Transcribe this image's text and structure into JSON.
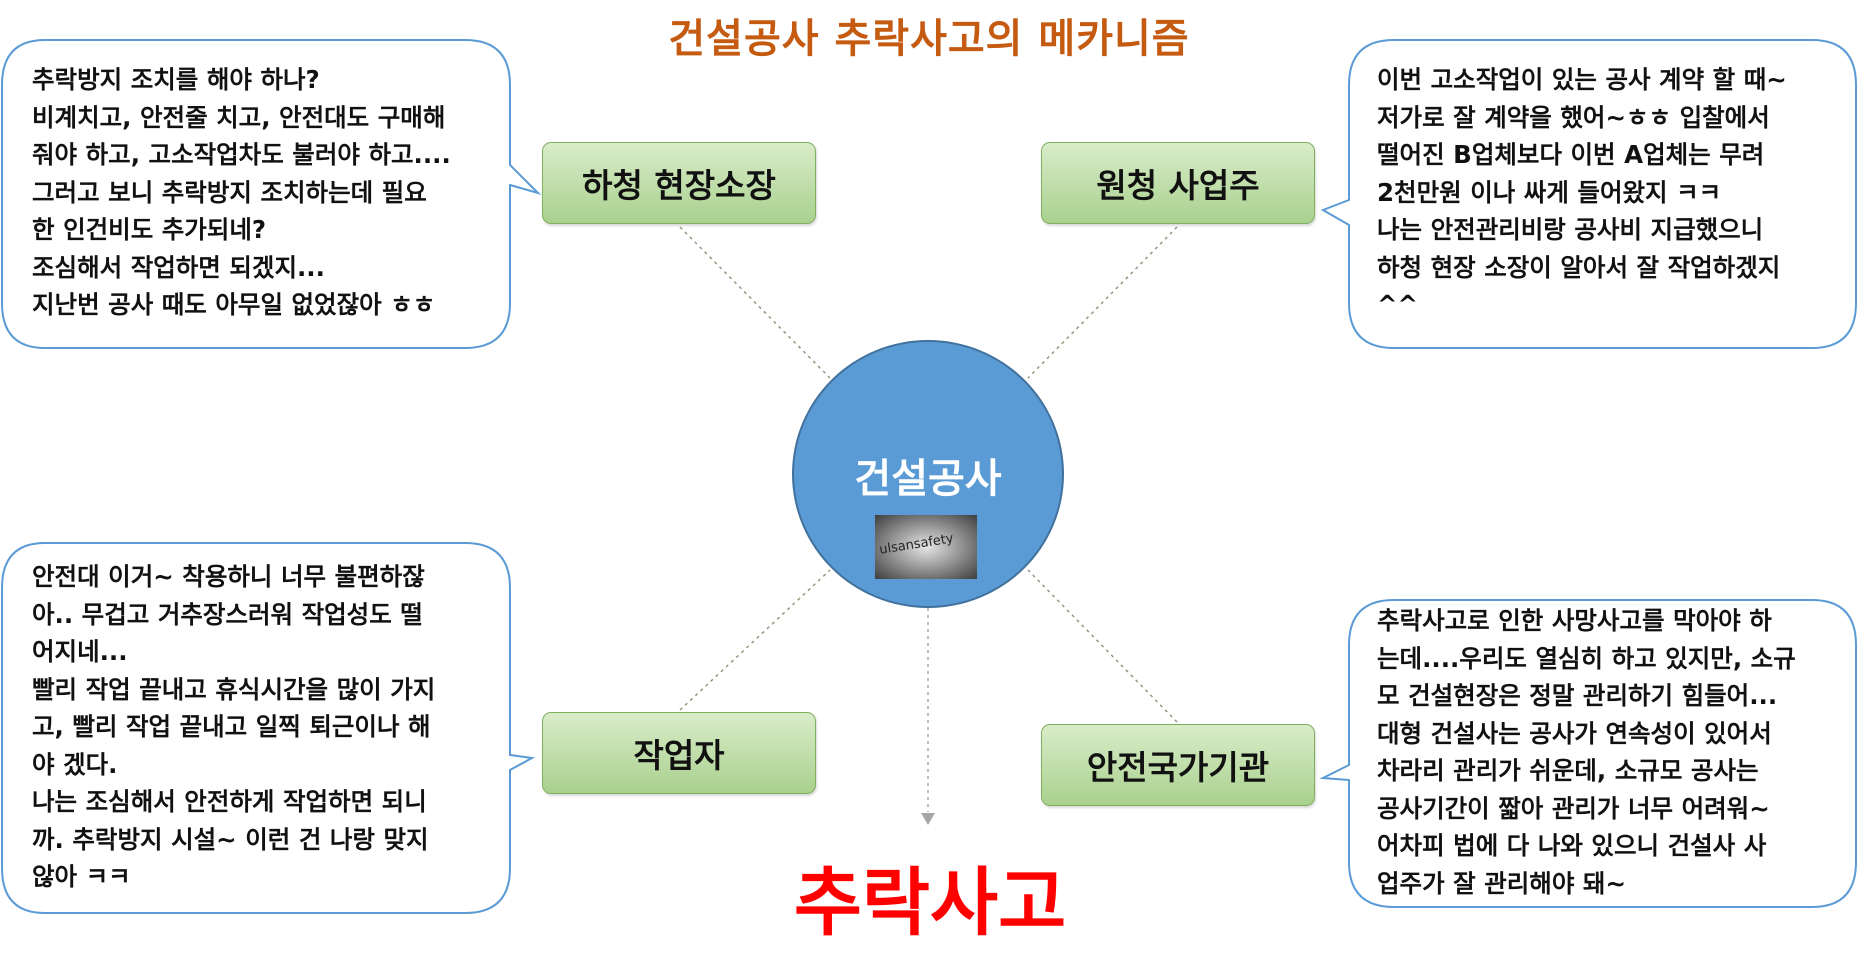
{
  "title": "건설공사 추락사고의 메카니즘",
  "center": {
    "label": "건설공사",
    "logo_text": "ulsansafety"
  },
  "roles": {
    "subcontractor_manager": "하청 현장소장",
    "prime_owner": "원청 사업주",
    "worker": "작업자",
    "national_agency": "안전국가기관"
  },
  "bubbles": {
    "top_left": [
      "추락방지 조치를 해야 하나?",
      "비계치고, 안전줄 치고, 안전대도 구매해",
      "줘야 하고, 고소작업차도 불러야 하고....",
      "그러고 보니 추락방지 조치하는데 필요",
      "한 인건비도 추가되네?",
      "조심해서 작업하면 되겠지...",
      "지난번 공사 때도 아무일 없었잖아 ㅎㅎ"
    ],
    "top_right": [
      "이번 고소작업이 있는 공사 계약 할 때~",
      "저가로 잘 계약을 했어~ㅎㅎ 입찰에서",
      "떨어진 B업체보다 이번 A업체는 무려",
      "2천만원 이나 싸게 들어왔지 ㅋㅋ",
      "나는 안전관리비랑 공사비 지급했으니",
      "하청 현장 소장이 알아서 잘 작업하겠지",
      "^^"
    ],
    "bottom_left": [
      "안전대 이거~ 착용하니 너무 불편하잖",
      "아.. 무겁고 거추장스러워 작업성도 떨",
      "어지네...",
      "빨리 작업 끝내고 휴식시간을 많이 가지",
      "고, 빨리 작업 끝내고 일찍 퇴근이나 해",
      "야 겠다.",
      "나는 조심해서 안전하게 작업하면 되니",
      "까. 추락방지 시설~ 이런 건 나랑 맞지",
      "않아 ㅋㅋ"
    ],
    "bottom_right": [
      "추락사고로 인한 사망사고를 막아야 하",
      "는데....우리도 열심히 하고 있지만, 소규",
      "모 건설현장은 정말 관리하기 힘들어...",
      "대형 건설사는 공사가 연속성이 있어서",
      "차라리 관리가 쉬운데, 소규모 공사는",
      "공사기간이 짧아 관리가 너무 어려워~",
      "어차피 법에 다 나와 있으니 건설사 사",
      "업주가 잘 관리해야 돼~"
    ]
  },
  "result": "추락사고",
  "colors": {
    "title": "#c55a11",
    "bubble_border": "#5b9bd5",
    "role_fill": "#a9d18e",
    "circle_fill": "#5b9bd5",
    "result": "#ff0000"
  }
}
